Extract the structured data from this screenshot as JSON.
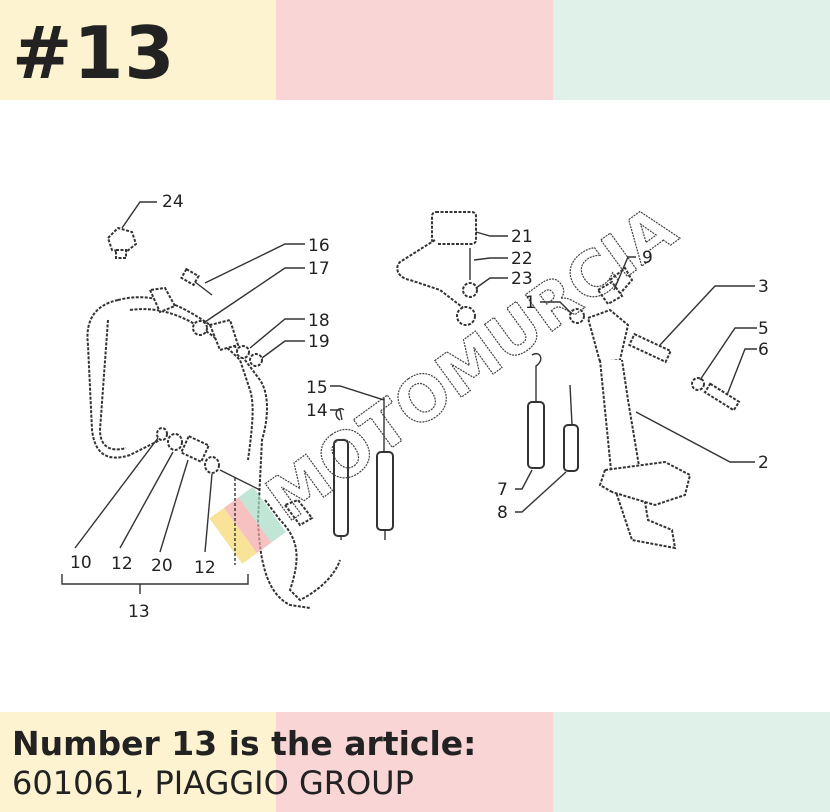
{
  "header": {
    "title": "#13"
  },
  "footer": {
    "line1": "Number 13 is the article:",
    "line2": "601061, PIAGGIO GROUP"
  },
  "watermark": {
    "text": "MOTOMURCIA"
  },
  "diagram": {
    "callouts": {
      "c1": "1",
      "c2": "2",
      "c3": "3",
      "c5": "5",
      "c6": "6",
      "c7": "7",
      "c8": "8",
      "c9": "9",
      "c10": "10",
      "c12a": "12",
      "c20": "20",
      "c12b": "12",
      "c13": "13",
      "c14": "14",
      "c15": "15",
      "c16": "16",
      "c17": "17",
      "c18": "18",
      "c19": "19",
      "c21": "21",
      "c22": "22",
      "c23": "23",
      "c24": "24"
    }
  }
}
